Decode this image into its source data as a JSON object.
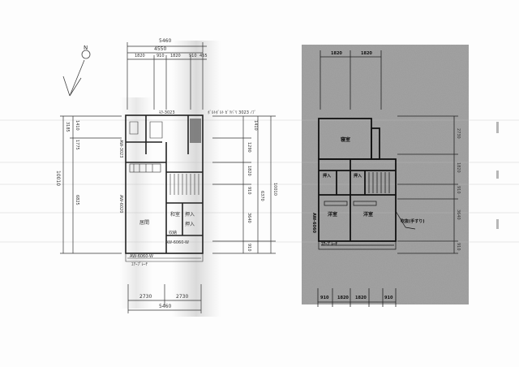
{
  "north_arrow": {
    "label": "N"
  },
  "first_floor": {
    "top_dims": {
      "total": "5460",
      "sub_total": "4550",
      "segments": [
        "1820",
        "910",
        "1820",
        "910",
        "455"
      ]
    },
    "bottom_dims": {
      "total": "5460",
      "segments": [
        "2730",
        "2730"
      ]
    },
    "left_dims": {
      "total": "10010",
      "sections": [
        "3185",
        "1410",
        "1775",
        "6825"
      ]
    },
    "right_dims": {
      "total": "10010",
      "sections": [
        "1410",
        "1290",
        "1820",
        "910",
        "6370",
        "3640",
        "910"
      ]
    },
    "notes": {
      "top_right": "ﾎﾞﾙﾄﾎﾞﾙﾄ ｶﾞﾘﾊﾞﾘ 3023 ﾉﾌﾞ",
      "top": "ﾓｸ-3023",
      "left_window": "AW-3023",
      "left_lower": "AW-6020",
      "bottom_window1": "AW-6060-W",
      "bottom_window2": "AW-6060-W",
      "porch": "ｴｱｰﾌﾟﾚｰﾁ"
    },
    "rooms": {
      "living": "居間",
      "japanese": "和室",
      "closet1": "押入",
      "closet2": "押入",
      "storage": "収納"
    }
  },
  "second_floor": {
    "top_dims": {
      "segments": [
        "1820",
        "1820"
      ]
    },
    "bottom_dims": {
      "segments": [
        "910",
        "1820",
        "1820",
        "910"
      ]
    },
    "right_dims": {
      "sections": [
        "2730",
        "1820",
        "910",
        "3640",
        "910"
      ]
    },
    "room_bed1": "寝室",
    "room_bed2": "洋室",
    "room_bed3": "洋室",
    "closet_left": "押入",
    "closet_right": "押入",
    "note_balcony": "ｴｱｰﾌﾟﾚｰﾁ",
    "note_window": "AW-6060",
    "note_hand": "吹抜(手すり)"
  }
}
